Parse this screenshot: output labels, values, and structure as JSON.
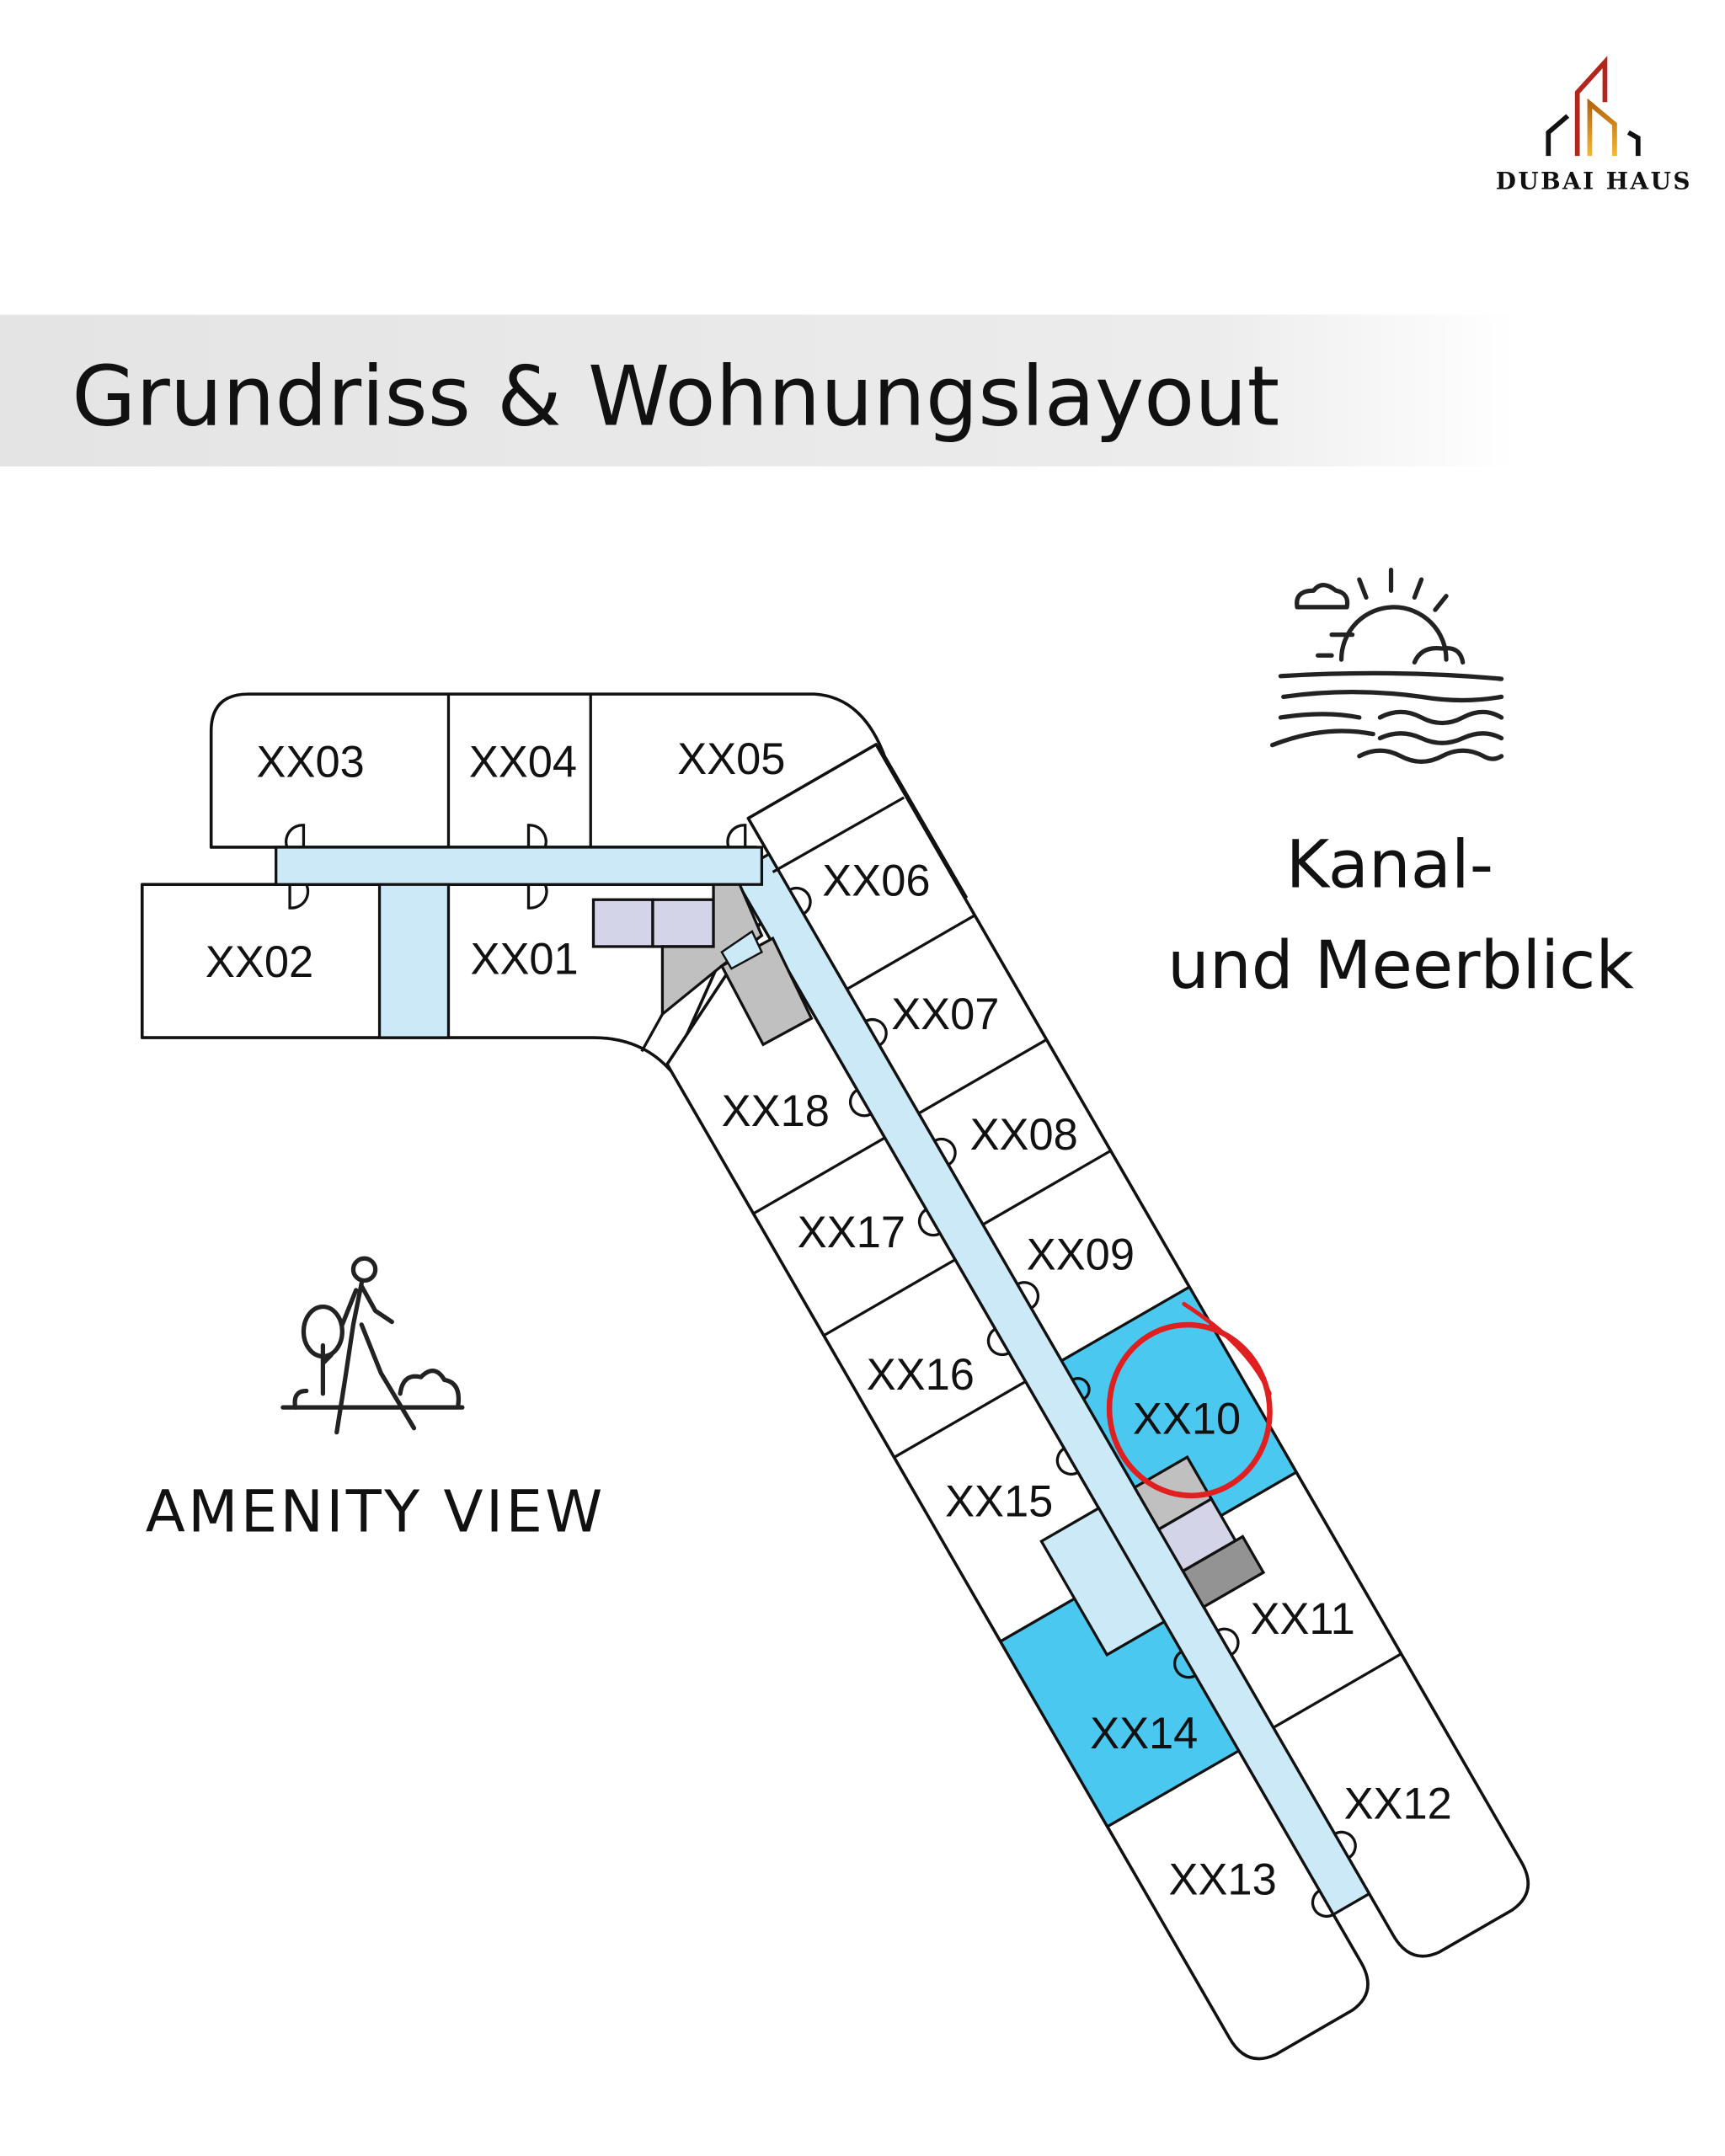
{
  "logo": {
    "text": "DUBAI HAUS"
  },
  "header": {
    "title": "Grundriss & Wohnungslayout"
  },
  "views": {
    "sea": {
      "icon": "sunset-waves-icon",
      "line1": "Kanal-",
      "line2": "und Meerblick"
    },
    "amenity": {
      "icon": "walking-person-tree-icon",
      "label": "AMENITY VIEW"
    }
  },
  "floorplan": {
    "units": [
      "XX01",
      "XX02",
      "XX03",
      "XX04",
      "XX05",
      "XX06",
      "XX07",
      "XX08",
      "XX09",
      "XX10",
      "XX11",
      "XX12",
      "XX13",
      "XX14",
      "XX15",
      "XX16",
      "XX17",
      "XX18"
    ],
    "highlighted": [
      "XX10",
      "XX14"
    ],
    "circled": "XX10",
    "colors": {
      "corridor": "#cce9f8",
      "highlight": "#4ac8f0",
      "service": "#d4d4e8",
      "core": "#c0c0c0",
      "core_dark": "#939393",
      "circle": "#e02020"
    }
  }
}
